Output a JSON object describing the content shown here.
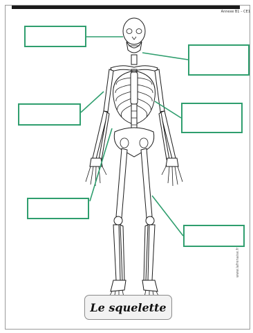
{
  "header": {
    "annexe": "Annexe B1 – CE1"
  },
  "title": "Le squelette",
  "credit": "www.lafrenaise.fr",
  "colors": {
    "accent": "#2f9e6e",
    "title_bg": "#f2f2f2"
  },
  "labels": [
    {
      "id": "crane",
      "value": ""
    },
    {
      "id": "machoire",
      "value": ""
    },
    {
      "id": "humerus",
      "value": ""
    },
    {
      "id": "cotes",
      "value": ""
    },
    {
      "id": "femur",
      "value": ""
    },
    {
      "id": "tibia",
      "value": ""
    }
  ]
}
